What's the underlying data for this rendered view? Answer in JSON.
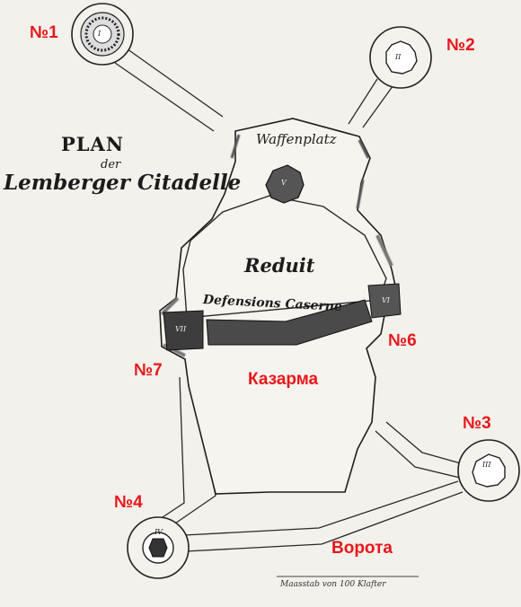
{
  "map": {
    "title": {
      "plan": "PLAN",
      "der": "der",
      "name": "Lemberger Citadelle"
    },
    "labels": {
      "waffenplatz": "Waffenplatz",
      "reduit": "Reduit",
      "defensions_caserne": "Defensions Caserne",
      "scale": "Maasstab von 100 Klafter"
    },
    "tower_marks": {
      "t1": "I",
      "t2": "II",
      "t3": "III",
      "t4": "IV",
      "t6": "VI",
      "t7": "VII",
      "reduit_tower": "V"
    },
    "annotations": {
      "n1": "№1",
      "n2": "№2",
      "n3": "№3",
      "n4": "№4",
      "n6": "№6",
      "n7": "№7",
      "kazarma": "Казарма",
      "vorota": "Ворота"
    },
    "colors": {
      "paper": "#f3f1eb",
      "ink": "#1c1c1c",
      "annotation": "#e8171b",
      "caserne_fill": "#4a4a4a"
    }
  }
}
